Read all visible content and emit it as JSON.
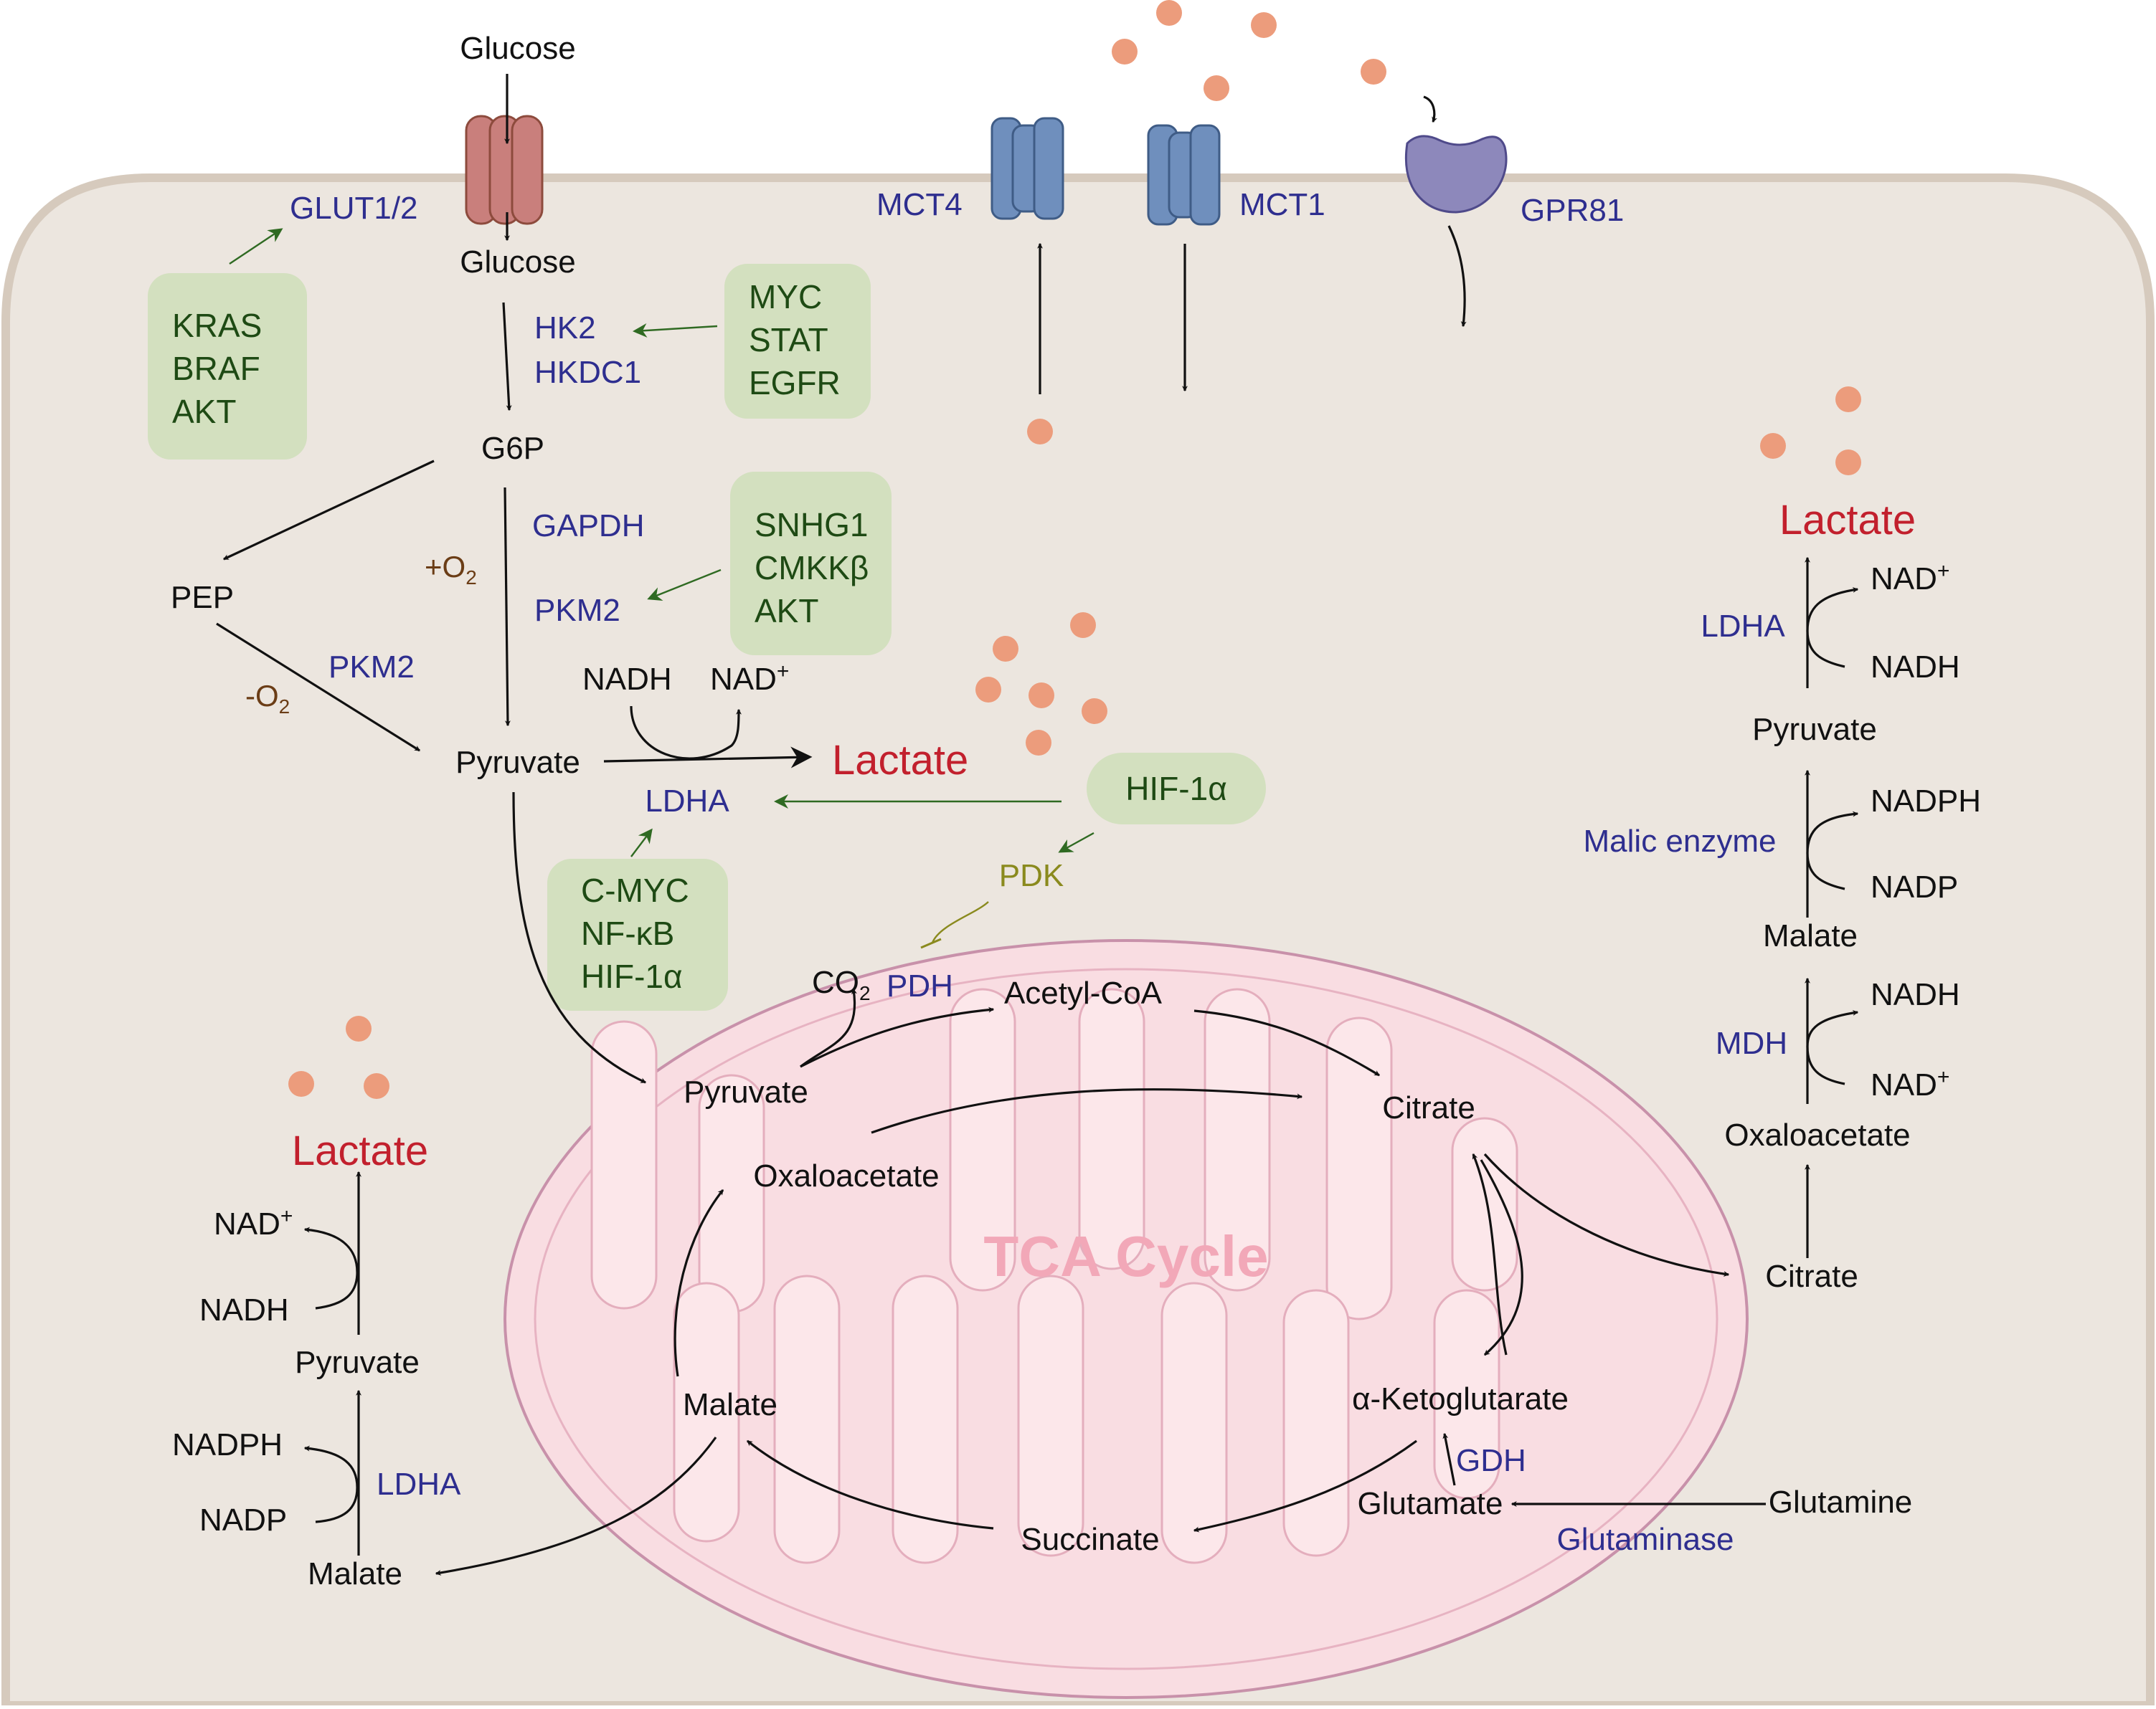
{
  "colors": {
    "cell": "#ece6df",
    "cell_border": "#d6cabd",
    "mito": "#f9dde2",
    "mito_border": "#c891aa",
    "cristae": "#fce7ea",
    "lactate_dot": "#ec9c7c",
    "glut": "#c97f7c",
    "mct": "#6f8fbd",
    "gpr81": "#8d88bb",
    "regulator_box": "#d3e0bf",
    "enzyme_text": "#2e2e8f",
    "regulator_text": "#1e4a14",
    "lactate_text": "#c2202d",
    "pdk_text": "#8a8a1e"
  },
  "transporters": {
    "glut_label": "GLUT1/2",
    "mct4_label": "MCT4",
    "mct1_label": "MCT1",
    "gpr81_label": "GPR81"
  },
  "glycolysis": {
    "glucose_out": "Glucose",
    "glucose_in": "Glucose",
    "hk2": "HK2",
    "hkdc1": "HKDC1",
    "g6p": "G6P",
    "pep": "PEP",
    "gapdh": "GAPDH",
    "pkm2_right": "PKM2",
    "pkm2_left": "PKM2",
    "plus_o2": "+O",
    "minus_o2": "-O",
    "o2_sub": "2",
    "pyruvate": "Pyruvate",
    "nadh": "NADH",
    "nad": "NAD",
    "nad_sup": "+",
    "lactate": "Lactate",
    "ldha": "LDHA",
    "pdk": "PDK"
  },
  "regulators": {
    "box1": [
      "KRAS",
      "BRAF",
      "AKT"
    ],
    "box2": [
      "MYC",
      "STAT",
      "EGFR"
    ],
    "box3": [
      "SNHG1",
      "CMKKβ",
      "AKT"
    ],
    "box4": [
      "C-MYC",
      "NF-κB",
      "HIF-1α"
    ],
    "hif": "HIF-1α"
  },
  "mito": {
    "title": "TCA Cycle",
    "pyruvate": "Pyruvate",
    "co2": "CO",
    "co2_sub": "2",
    "pdh": "PDH",
    "acetyl": "Acetyl-CoA",
    "citrate": "Citrate",
    "oaa": "Oxaloacetate",
    "akg": "α-Ketoglutarate",
    "malate": "Malate",
    "succinate": "Succinate",
    "glutamate": "Glutamate",
    "gdh": "GDH",
    "glutamine": "Glutamine",
    "glutaminase": "Glutaminase"
  },
  "right_path": {
    "lactate": "Lactate",
    "ldha": "LDHA",
    "nad": "NAD",
    "nad_sup": "+",
    "nadh": "NADH",
    "pyruvate": "Pyruvate",
    "malic": "Malic enzyme",
    "nadph": "NADPH",
    "nadp": "NADP",
    "malate": "Malate",
    "mdh": "MDH",
    "nadh2": "NADH",
    "nad2": "NAD",
    "nad2_sup": "+",
    "oaa": "Oxaloacetate",
    "citrate": "Citrate"
  },
  "left_path": {
    "lactate": "Lactate",
    "nad": "NAD",
    "nad_sup": "+",
    "nadh": "NADH",
    "pyruvate": "Pyruvate",
    "nadph": "NADPH",
    "nadp": "NADP",
    "ldha": "LDHA",
    "malate": "Malate"
  }
}
